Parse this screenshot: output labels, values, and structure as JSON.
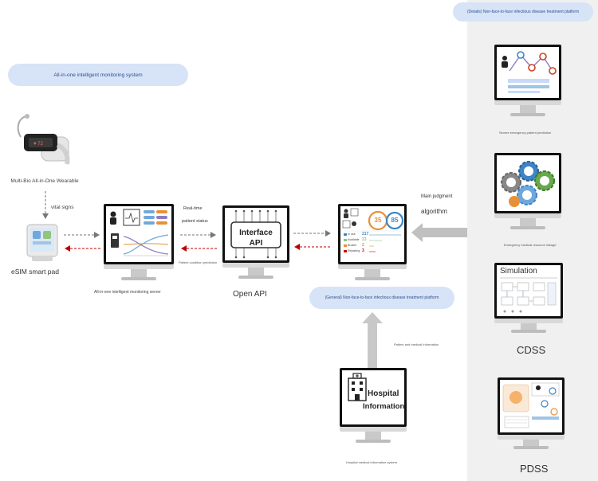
{
  "pills": {
    "main_system": "All-in-one intelligent monitoring system",
    "detail_platform": "(Details) Non-face-to-face infectious disease treatment platform",
    "general_platform": "(General) Non-face-to-face infectious disease treatment platform"
  },
  "devices": {
    "wearable_label": "Multi-Bio All-in-One Wearable",
    "vital_signs": "vital signs",
    "smart_pad_label": "eSIM smart pad"
  },
  "server": {
    "label": "All-in-one intelligent monitoring server",
    "realtime_line1": "Real-time",
    "realtime_line2": "patient status",
    "prediction": "Patient condition prediction"
  },
  "api": {
    "screen_line1": "Interface",
    "screen_line2": "API",
    "label": "Open API"
  },
  "dashboard": {
    "value_left": "35",
    "value_right": "85",
    "rows": [
      {
        "name": "In use",
        "value": "217"
      },
      {
        "name": "Available",
        "value": "23"
      },
      {
        "name": "Broken",
        "value": "2"
      },
      {
        "name": "Repairing",
        "value": "3"
      }
    ],
    "main_judgment_line1": "Main judgment",
    "main_judgment_line2": "algorithm"
  },
  "hospital": {
    "screen_line1": "Hospital",
    "screen_line2": "Information",
    "label": "Hospital medical information system",
    "arrow_label": "Patient and medical Information"
  },
  "side": {
    "severe_label": "Severe emergency patient prediction",
    "resource_label": "Emergency medical resource linkage",
    "simulation_title": "Simulation",
    "cdss_label": "CDSS",
    "pdss_label": "PDSS"
  },
  "colors": {
    "pill_bg": "#d7e4f7",
    "return_arrow": "#c00000",
    "forward_arrow": "#777777"
  }
}
